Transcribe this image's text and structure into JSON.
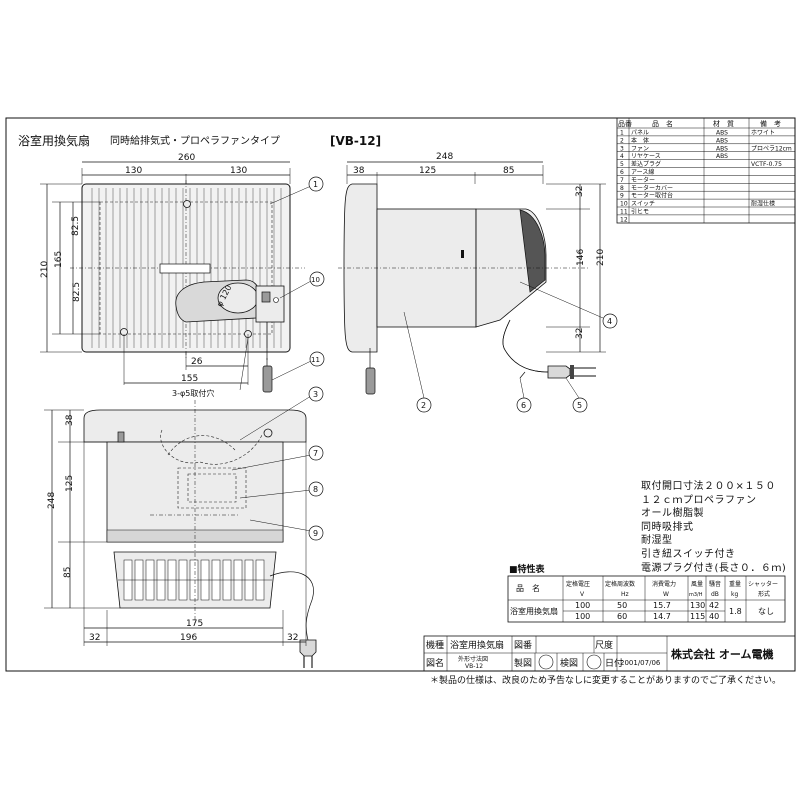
{
  "header": {
    "title": "浴室用換気扇",
    "subtitle": "同時給排気式・プロペラファンタイプ",
    "model": "[VB-12]"
  },
  "parts_table": {
    "headers": [
      "品番",
      "品　名",
      "材　質",
      "備　考"
    ],
    "rows": [
      [
        "1",
        "パネル",
        "ABS",
        "ホワイト"
      ],
      [
        "2",
        "本　体",
        "ABS",
        ""
      ],
      [
        "3",
        "ファン",
        "ABS",
        "プロペラ12cm"
      ],
      [
        "4",
        "リヤケース",
        "ABS",
        ""
      ],
      [
        "5",
        "差込プラグ",
        "",
        "VCTF-0.75"
      ],
      [
        "6",
        "アース線",
        "",
        ""
      ],
      [
        "7",
        "モーター",
        "",
        ""
      ],
      [
        "8",
        "モーターカバー",
        "",
        ""
      ],
      [
        "9",
        "モーター取付台",
        "",
        ""
      ],
      [
        "10",
        "スイッチ",
        "",
        "耐湿仕様"
      ],
      [
        "11",
        "引ヒモ",
        "",
        ""
      ],
      [
        "12",
        "",
        "",
        ""
      ]
    ]
  },
  "front_view": {
    "dim_total_width": "260",
    "dim_half_left": "130",
    "dim_half_right": "130",
    "dim_height": "210",
    "dim_inner_height": "165",
    "dim_upper": "82.5",
    "dim_lower": "82.5",
    "dim_hole_offset": "26",
    "dim_hole_span": "155",
    "fan_label": "φ 120",
    "hole_note": "3-φ5取付穴"
  },
  "side_view": {
    "dim_total": "248",
    "dim_panel": "38",
    "dim_body": "125",
    "dim_rear": "85",
    "dim_top": "32",
    "dim_mid": "146",
    "dim_bottom": "32",
    "dim_height": "210"
  },
  "bottom_view": {
    "dim_panel": "38",
    "dim_body": "125",
    "dim_depth": "248",
    "dim_rear": "85",
    "dim_inner_width": "175",
    "dim_width": "196",
    "dim_left": "32",
    "dim_right": "32"
  },
  "callouts": [
    "1",
    "2",
    "3",
    "4",
    "5",
    "6",
    "7",
    "8",
    "9",
    "10",
    "11"
  ],
  "notes": [
    "取付開口寸法２００×１５０",
    "１２ｃｍプロペラファン",
    "オール樹脂製",
    "同時吸排式",
    "耐湿型",
    "引き紐スイッチ付き",
    "電源プラグ付き(長さ０．６ｍ)"
  ],
  "spec_table": {
    "title": "■特性表",
    "headers": {
      "name": "品　名",
      "voltage": "定格電圧",
      "voltage_unit": "V",
      "freq": "定格周波数",
      "freq_unit": "Hz",
      "power": "消費電力",
      "power_unit": "W",
      "air": "風量",
      "air_unit": "m3/H",
      "noise": "騒音",
      "noise_unit": "dB",
      "weight": "重量",
      "weight_unit": "kg",
      "shutter": "シャッター",
      "shutter_unit": "形式"
    },
    "product_name": "浴室用換気扇",
    "rows": [
      {
        "voltage": "100",
        "freq": "50",
        "power": "15.7",
        "air": "130",
        "noise": "42"
      },
      {
        "voltage": "100",
        "freq": "60",
        "power": "14.7",
        "air": "115",
        "noise": "40"
      }
    ],
    "weight": "1.8",
    "shutter": "なし"
  },
  "title_block": {
    "label_kimei": "機種",
    "kimei": "浴室用換気扇",
    "label_zuban": "図番",
    "label_shakudo": "尺度",
    "label_zumei": "図名",
    "zumei_line1": "外形寸法図",
    "zumei_line2": "VB-12",
    "label_seizu": "製図",
    "label_kenzu": "検図",
    "label_date": "日付",
    "date": "2001/07/06",
    "stamp": "",
    "company": "株式会社 オーム電機"
  },
  "footnote": "＊製品の仕様は、改良のため予告なしに変更することがありますのでご了承ください。"
}
